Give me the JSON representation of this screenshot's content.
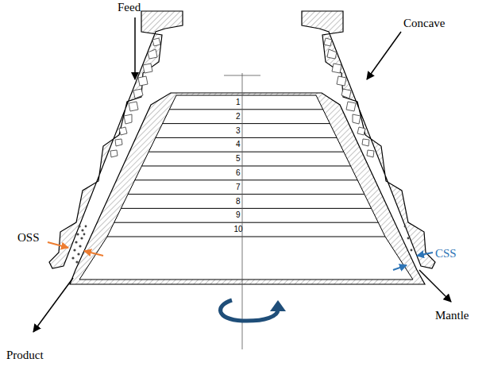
{
  "diagram": {
    "labels": [
      "Feed",
      "Concave",
      "OSS",
      "CSS",
      "Product",
      "Mantle",
      "1",
      "2",
      "3",
      "4",
      "5",
      "6",
      "7",
      "8",
      "9",
      "10"
    ]
  }
}
